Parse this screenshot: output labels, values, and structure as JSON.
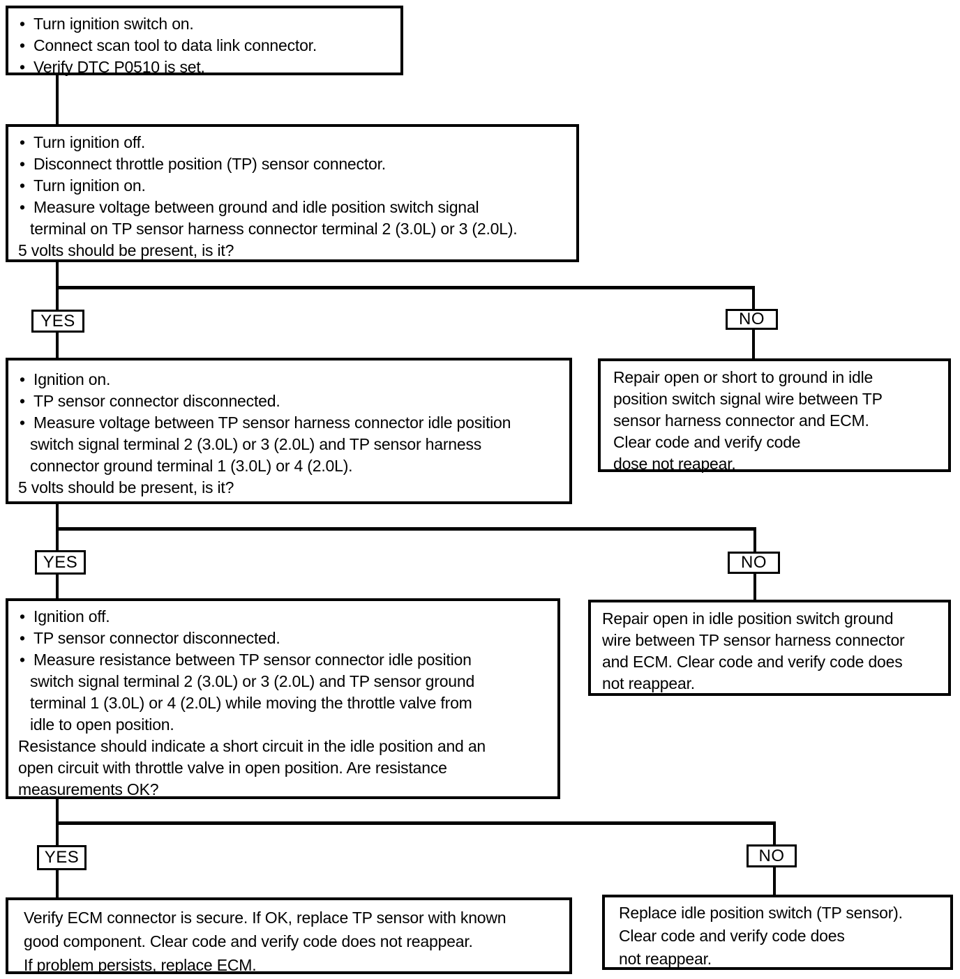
{
  "glyphs": {
    "bullet": "•"
  },
  "labels": {
    "yes": "YES",
    "no": "NO"
  },
  "colors": {
    "ink": "#000000",
    "paper": "#ffffff"
  },
  "boxes": {
    "step1": {
      "lines": [
        "Turn ignition switch on.",
        "Connect scan tool to data link connector.",
        "Verify DTC P0510 is set."
      ]
    },
    "step2": {
      "lines": [
        "Turn ignition off.",
        "Disconnect throttle position (TP) sensor connector.",
        "Turn ignition on.",
        "Measure voltage between ground and idle position switch signal",
        "terminal on TP sensor harness connector terminal 2 (3.0L) or 3 (2.0L).",
        "5 volts should be present, is it?"
      ]
    },
    "step3": {
      "lines": [
        "Ignition on.",
        "TP sensor connector disconnected.",
        "Measure voltage between TP sensor harness connector idle position",
        "switch signal terminal 2 (3.0L) or 3 (2.0L) and TP sensor harness",
        "connector ground terminal 1 (3.0L) or 4 (2.0L).",
        "5 volts should be present, is it?"
      ]
    },
    "step4": {
      "lines": [
        "Ignition off.",
        "TP sensor connector disconnected.",
        "Measure resistance between TP sensor connector idle position",
        "switch signal terminal 2 (3.0L) or 3 (2.0L) and TP sensor ground",
        "terminal 1 (3.0L) or 4 (2.0L) while moving the throttle valve from",
        "idle to open position.",
        "Resistance should indicate a short circuit in the idle position and an",
        "open circuit with throttle valve in open position. Are resistance",
        "measurements OK?"
      ]
    },
    "repair1": {
      "lines": [
        "Repair open or short to ground in idle",
        "position switch signal wire between TP",
        "sensor harness connector and ECM.",
        "Clear code and verify code",
        "dose not reapear."
      ]
    },
    "repair2": {
      "lines": [
        "Repair open in idle position switch ground",
        "wire between TP sensor harness connector",
        "and ECM. Clear code and verify code does",
        "not reappear."
      ]
    },
    "repair3": {
      "lines": [
        "Replace idle position switch (TP sensor).",
        "Clear code and verify code does",
        "not reappear."
      ]
    },
    "final_yes": {
      "lines": [
        "Verify ECM connector is secure. If OK, replace TP sensor with known",
        "good component. Clear code and verify code does not reappear.",
        "If problem persists, replace ECM."
      ]
    }
  }
}
